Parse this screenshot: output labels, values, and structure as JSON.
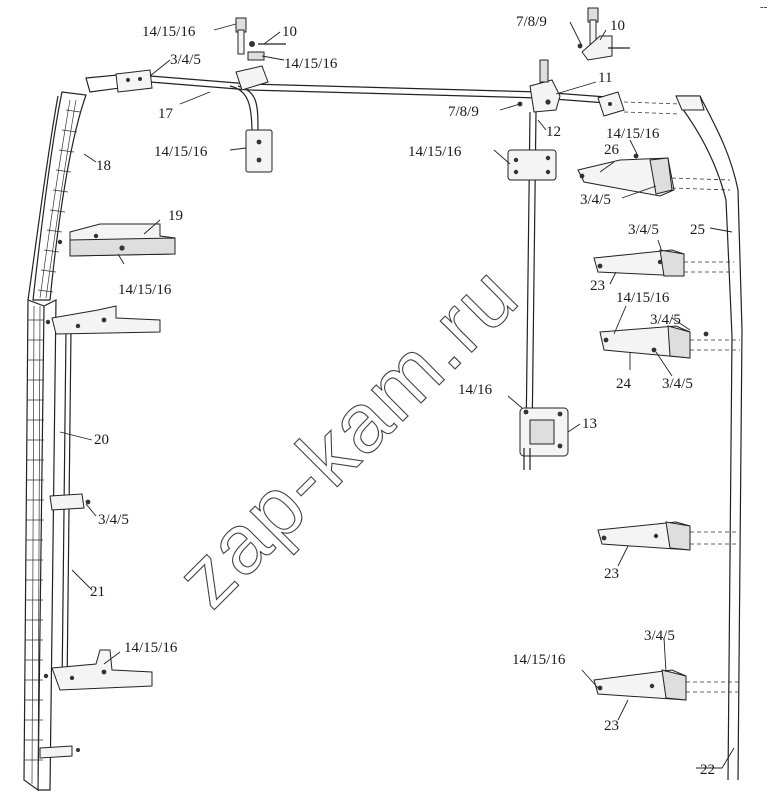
{
  "diagram": {
    "watermark": "zap-kam.ru",
    "corner_mark": "--",
    "callouts": [
      {
        "id": "c1",
        "text": "14/15/16"
      },
      {
        "id": "c2",
        "text": "10"
      },
      {
        "id": "c3",
        "text": "14/15/16"
      },
      {
        "id": "c4",
        "text": "3/4/5"
      },
      {
        "id": "c5",
        "text": "17"
      },
      {
        "id": "c6",
        "text": "14/15/16"
      },
      {
        "id": "c7",
        "text": "18"
      },
      {
        "id": "c8",
        "text": "19"
      },
      {
        "id": "c9",
        "text": "14/15/16"
      },
      {
        "id": "c10",
        "text": "20"
      },
      {
        "id": "c11",
        "text": "3/4/5"
      },
      {
        "id": "c12",
        "text": "21"
      },
      {
        "id": "c13",
        "text": "14/15/16"
      },
      {
        "id": "c14",
        "text": "7/8/9"
      },
      {
        "id": "c15",
        "text": "10"
      },
      {
        "id": "c16",
        "text": "11"
      },
      {
        "id": "c17",
        "text": "7/8/9"
      },
      {
        "id": "c18",
        "text": "12"
      },
      {
        "id": "c19",
        "text": "14/15/16"
      },
      {
        "id": "c20",
        "text": "26"
      },
      {
        "id": "c21",
        "text": "14/15/16"
      },
      {
        "id": "c22",
        "text": "3/4/5"
      },
      {
        "id": "c23",
        "text": "25"
      },
      {
        "id": "c24",
        "text": "3/4/5"
      },
      {
        "id": "c25",
        "text": "23"
      },
      {
        "id": "c26",
        "text": "14/15/16"
      },
      {
        "id": "c27",
        "text": "3/4/5"
      },
      {
        "id": "c28",
        "text": "24"
      },
      {
        "id": "c29",
        "text": "3/4/5"
      },
      {
        "id": "c30",
        "text": "14/16"
      },
      {
        "id": "c31",
        "text": "13"
      },
      {
        "id": "c32",
        "text": "23"
      },
      {
        "id": "c33",
        "text": "3/4/5"
      },
      {
        "id": "c34",
        "text": "14/15/16"
      },
      {
        "id": "c35",
        "text": "23"
      },
      {
        "id": "c36",
        "text": "22"
      }
    ]
  }
}
